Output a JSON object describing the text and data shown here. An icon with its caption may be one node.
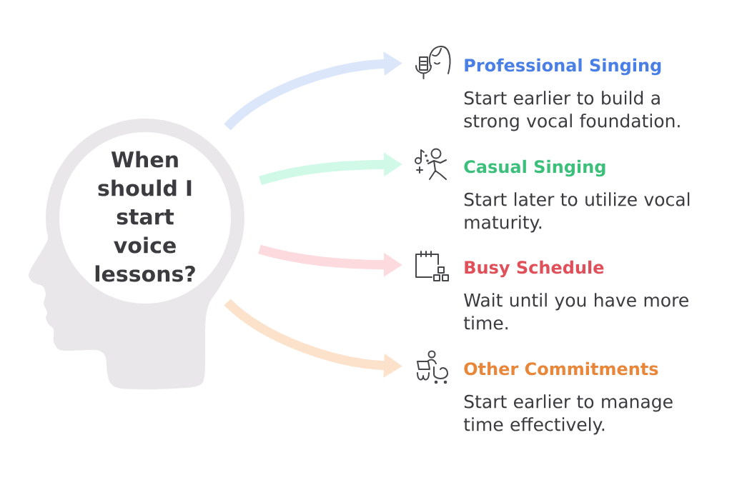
{
  "diagram": {
    "nodes": [
      {
        "text": [
          "When should I start voice lessons?"
        ]
      },
      {
        "text": [
          "Professional Singing",
          "Start earlier to build a strong vocal foundation."
        ]
      },
      {
        "text": [
          "Casual Singing",
          "Start later to utilize vocal maturity."
        ]
      },
      {
        "text": [
          "Busy Schedule",
          "Wait until you have more time."
        ]
      },
      {
        "text": [
          "Other Commitments",
          "Start earlier to manage time effectively."
        ]
      }
    ],
    "edges": [
      {
        "from": 0,
        "to": 1,
        "arrow": "to",
        "color": "#dce6fb"
      },
      {
        "from": 0,
        "to": 2,
        "arrow": "to",
        "color": "#d0fae7"
      },
      {
        "from": 0,
        "to": 3,
        "arrow": "to",
        "color": "#fddadd"
      },
      {
        "from": 0,
        "to": 4,
        "arrow": "to",
        "color": "#fde2cb"
      }
    ]
  }
}
